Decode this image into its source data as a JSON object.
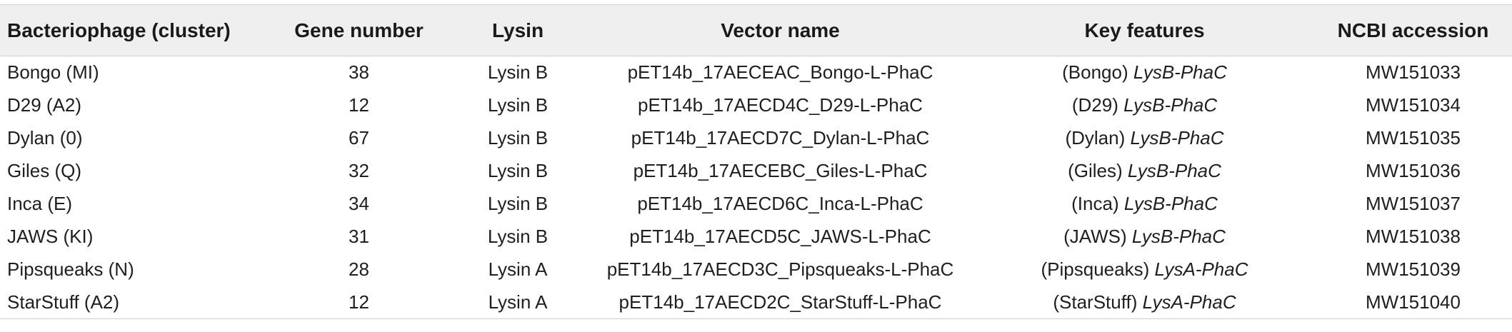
{
  "table": {
    "headers": [
      "Bacteriophage (cluster)",
      "Gene number",
      "Lysin",
      "Vector name",
      "Key features",
      "NCBI accession"
    ],
    "rows": [
      {
        "phage": "Bongo (MI)",
        "gene": "38",
        "lysin": "Lysin B",
        "vector": "pET14b_17AECEAC_Bongo-L-PhaC",
        "feature_prefix": "(Bongo) ",
        "feature_gene": "LysB-PhaC",
        "accession": "MW151033"
      },
      {
        "phage": "D29 (A2)",
        "gene": "12",
        "lysin": "Lysin B",
        "vector": "pET14b_17AECD4C_D29-L-PhaC",
        "feature_prefix": "(D29) ",
        "feature_gene": "LysB-PhaC",
        "accession": "MW151034"
      },
      {
        "phage": "Dylan (0)",
        "gene": "67",
        "lysin": "Lysin B",
        "vector": "pET14b_17AECD7C_Dylan-L-PhaC",
        "feature_prefix": "(Dylan) ",
        "feature_gene": "LysB-PhaC",
        "accession": "MW151035"
      },
      {
        "phage": "Giles (Q)",
        "gene": "32",
        "lysin": "Lysin B",
        "vector": "pET14b_17AECEBC_Giles-L-PhaC",
        "feature_prefix": "(Giles) ",
        "feature_gene": "LysB-PhaC",
        "accession": "MW151036"
      },
      {
        "phage": "Inca (E)",
        "gene": "34",
        "lysin": "Lysin B",
        "vector": "pET14b_17AECD6C_Inca-L-PhaC",
        "feature_prefix": "(Inca) ",
        "feature_gene": "LysB-PhaC",
        "accession": "MW151037"
      },
      {
        "phage": "JAWS (KI)",
        "gene": "31",
        "lysin": "Lysin B",
        "vector": "pET14b_17AECD5C_JAWS-L-PhaC",
        "feature_prefix": "(JAWS) ",
        "feature_gene": "LysB-PhaC",
        "accession": "MW151038"
      },
      {
        "phage": "Pipsqueaks (N)",
        "gene": "28",
        "lysin": "Lysin A",
        "vector": "pET14b_17AECD3C_Pipsqueaks-L-PhaC",
        "feature_prefix": "(Pipsqueaks) ",
        "feature_gene": "LysA-PhaC",
        "accession": "MW151039"
      },
      {
        "phage": "StarStuff (A2)",
        "gene": "12",
        "lysin": "Lysin A",
        "vector": "pET14b_17AECD2C_StarStuff-L-PhaC",
        "feature_prefix": "(StarStuff) ",
        "feature_gene": "LysA-PhaC",
        "accession": "MW151040"
      }
    ]
  }
}
